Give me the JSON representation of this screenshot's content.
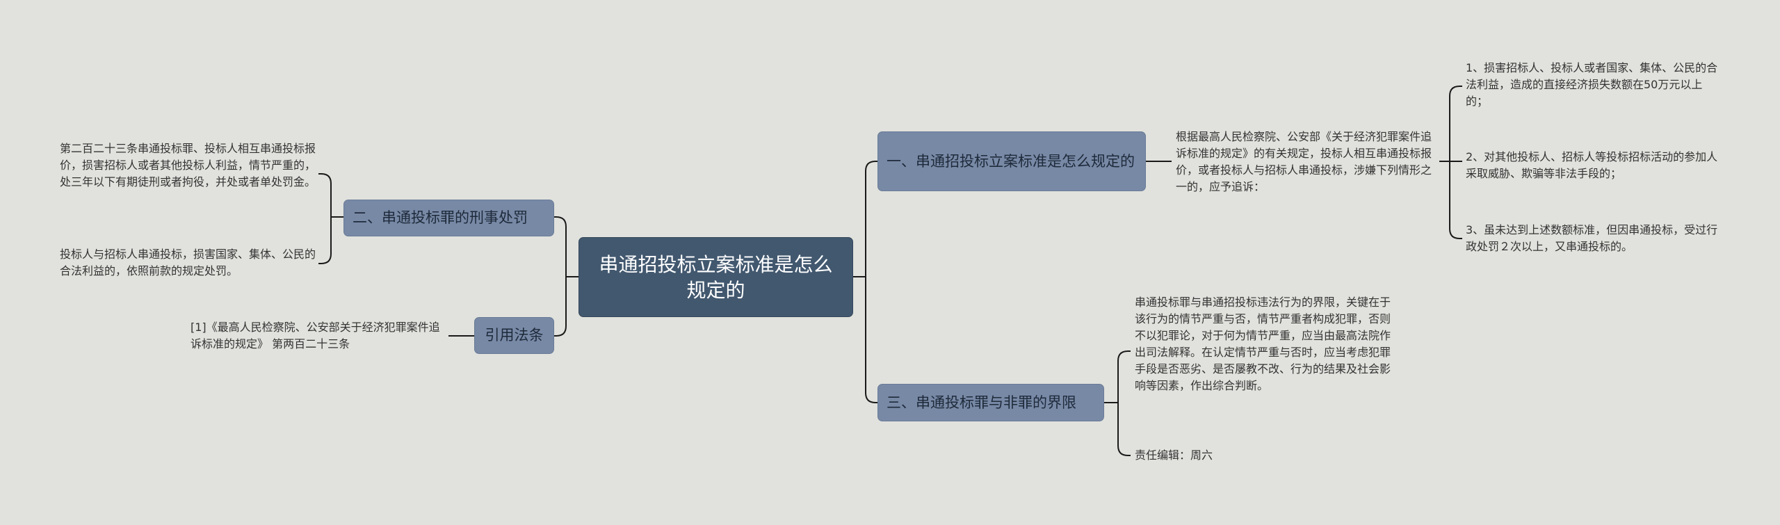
{
  "root": "串通招投标立案标准是怎么规定的",
  "right": {
    "b1": {
      "label": "一、串通招投标立案标准是怎么规定的",
      "desc": "根据最高人民检察院、公安部《关于经济犯罪案件追诉标准的规定》的有关规定，投标人相互串通投标报价，或者投标人与招标人串通投标，涉嫌下列情形之一的，应予追诉：",
      "items": [
        "1、损害招标人、投标人或者国家、集体、公民的合法利益，造成的直接经济损失数额在50万元以上的；",
        "2、对其他投标人、招标人等投标招标活动的参加人采取威胁、欺骗等非法手段的；",
        "3、虽未达到上述数额标准，但因串通投标，受过行政处罚２次以上，又串通投标的。"
      ]
    },
    "b3": {
      "label": "三、串通投标罪与非罪的界限",
      "items": [
        "串通投标罪与串通招投标违法行为的界限，关键在于该行为的情节严重与否，情节严重者构成犯罪，否则不以犯罪论，对于何为情节严重，应当由最高法院作出司法解释。在认定情节严重与否时，应当考虑犯罪手段是否恶劣、是否屡教不改、行为的结果及社会影响等因素，作出综合判断。",
        "责任编辑：周六"
      ]
    }
  },
  "left": {
    "b2": {
      "label": "二、串通投标罪的刑事处罚",
      "items": [
        "第二百二十三条串通投标罪、投标人相互串通投标报价，损害招标人或者其他投标人利益，情节严重的，处三年以下有期徒刑或者拘役，并处或者单处罚金。",
        "投标人与招标人串通投标，损害国家、集体、公民的合法利益的，依照前款的规定处罚。"
      ]
    },
    "b4": {
      "label": "引用法条",
      "items": [
        "[1]《最高人民检察院、公安部关于经济犯罪案件追诉标准的规定》 第两百二十三条"
      ]
    }
  }
}
